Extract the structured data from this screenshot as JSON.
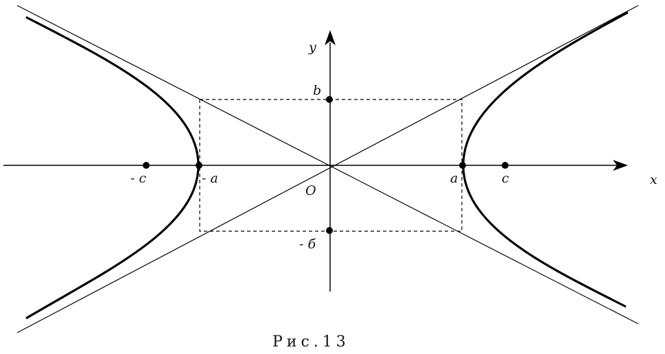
{
  "labels": {
    "x_axis": "x",
    "y_axis": "y",
    "origin": "O",
    "b": "b",
    "minus_b": "- б",
    "a": "a",
    "minus_a": "- a",
    "c": "c",
    "minus_c": "- c"
  },
  "caption": "Рис.13"
}
